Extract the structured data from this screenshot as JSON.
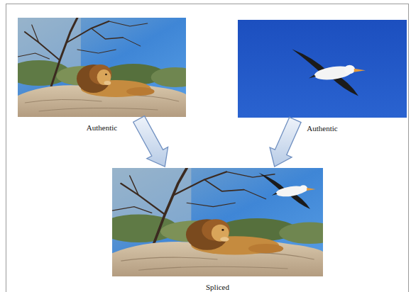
{
  "diagram": {
    "nodes": [
      {
        "text": [
          "Authentic"
        ]
      },
      {
        "text": [
          "Authentic"
        ]
      },
      {
        "text": [
          "Spliced"
        ]
      }
    ],
    "edges": [
      {
        "from": 0,
        "to": 2,
        "arrow": "to"
      },
      {
        "from": 1,
        "to": 2,
        "arrow": "to"
      }
    ]
  }
}
